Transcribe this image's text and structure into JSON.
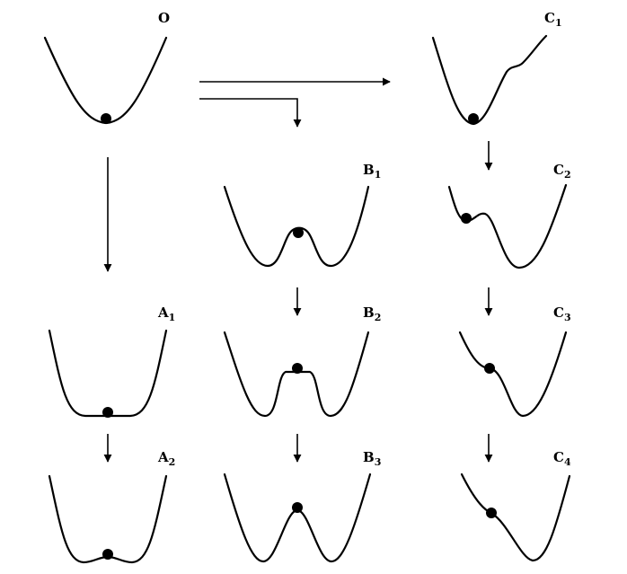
{
  "diagram": {
    "panels": [
      {
        "id": "O",
        "base": "O",
        "sub": ""
      },
      {
        "id": "C1",
        "base": "C",
        "sub": "1"
      },
      {
        "id": "B1",
        "base": "B",
        "sub": "1"
      },
      {
        "id": "C2",
        "base": "C",
        "sub": "2"
      },
      {
        "id": "A1",
        "base": "A",
        "sub": "1"
      },
      {
        "id": "B2",
        "base": "B",
        "sub": "2"
      },
      {
        "id": "C3",
        "base": "C",
        "sub": "3"
      },
      {
        "id": "A2",
        "base": "A",
        "sub": "2"
      },
      {
        "id": "B3",
        "base": "B",
        "sub": "3"
      },
      {
        "id": "C4",
        "base": "C",
        "sub": "4"
      }
    ]
  }
}
